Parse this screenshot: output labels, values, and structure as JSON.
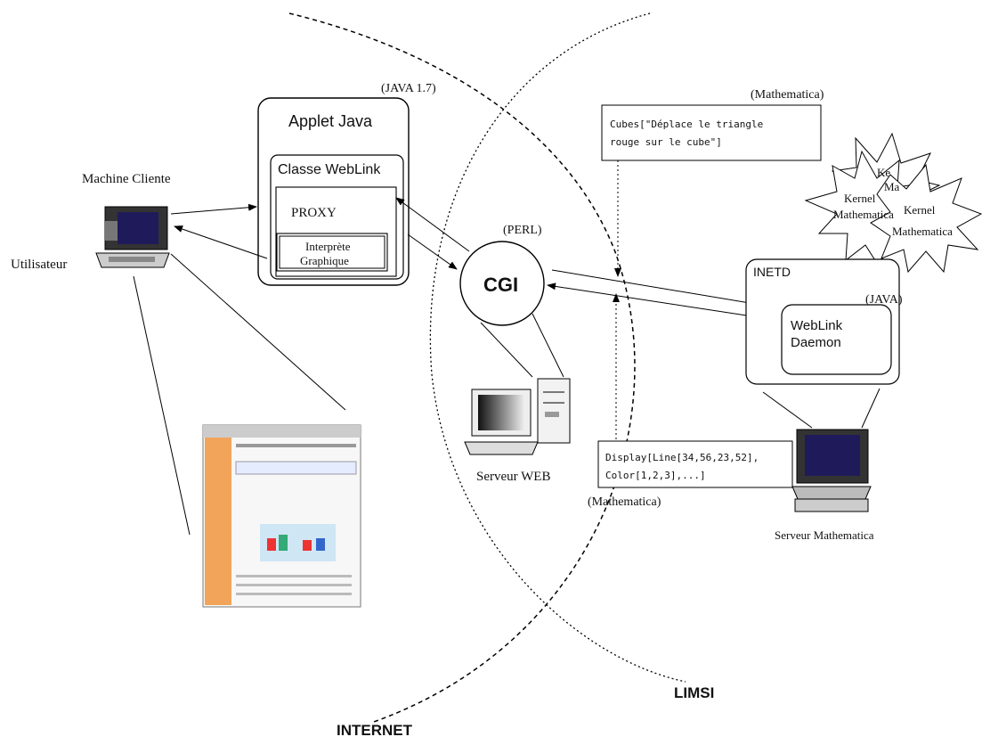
{
  "labels": {
    "machine_cliente": "Machine Cliente",
    "utilisateur": "Utilisateur",
    "java_version": "(JAVA 1.7)",
    "applet_java": "Applet Java",
    "classe_weblink": "Classe WebLink",
    "proxy": "PROXY",
    "interprete_line1": "Interprète",
    "interprete_line2": "Graphique",
    "perl": "(PERL)",
    "cgi": "CGI",
    "serveur_web": "Serveur WEB",
    "mathematica_top": "(Mathematica)",
    "cubes_line1": "Cubes[\"Déplace le triangle",
    "cubes_line2": "rouge sur le cube\"]",
    "kernel": "Kernel",
    "mathematica": "Mathematica",
    "kernel_back_1": "Ke",
    "kernel_back_2": "Ma",
    "inetd": "INETD",
    "java": "(JAVA)",
    "weblink_daemon_line1": "WebLink",
    "weblink_daemon_line2": "Daemon",
    "display_line1": "Display[Line[34,56,23,52],",
    "display_line2": "Color[1,2,3],...]",
    "mathematica_bottom": "(Mathematica)",
    "serveur_mathematica": "Serveur Mathematica",
    "limsi": "LIMSI",
    "internet": "INTERNET"
  },
  "icons": {
    "client_computer": "computer-icon",
    "web_server": "server-computer-icon",
    "math_server": "computer-icon",
    "web_page": "webpage-screenshot-icon",
    "kernel": "starburst-icon"
  },
  "colors": {
    "line": "#000000",
    "web_sidebar": "#f2a45a",
    "monitor_screen": "#1f1b5a"
  }
}
